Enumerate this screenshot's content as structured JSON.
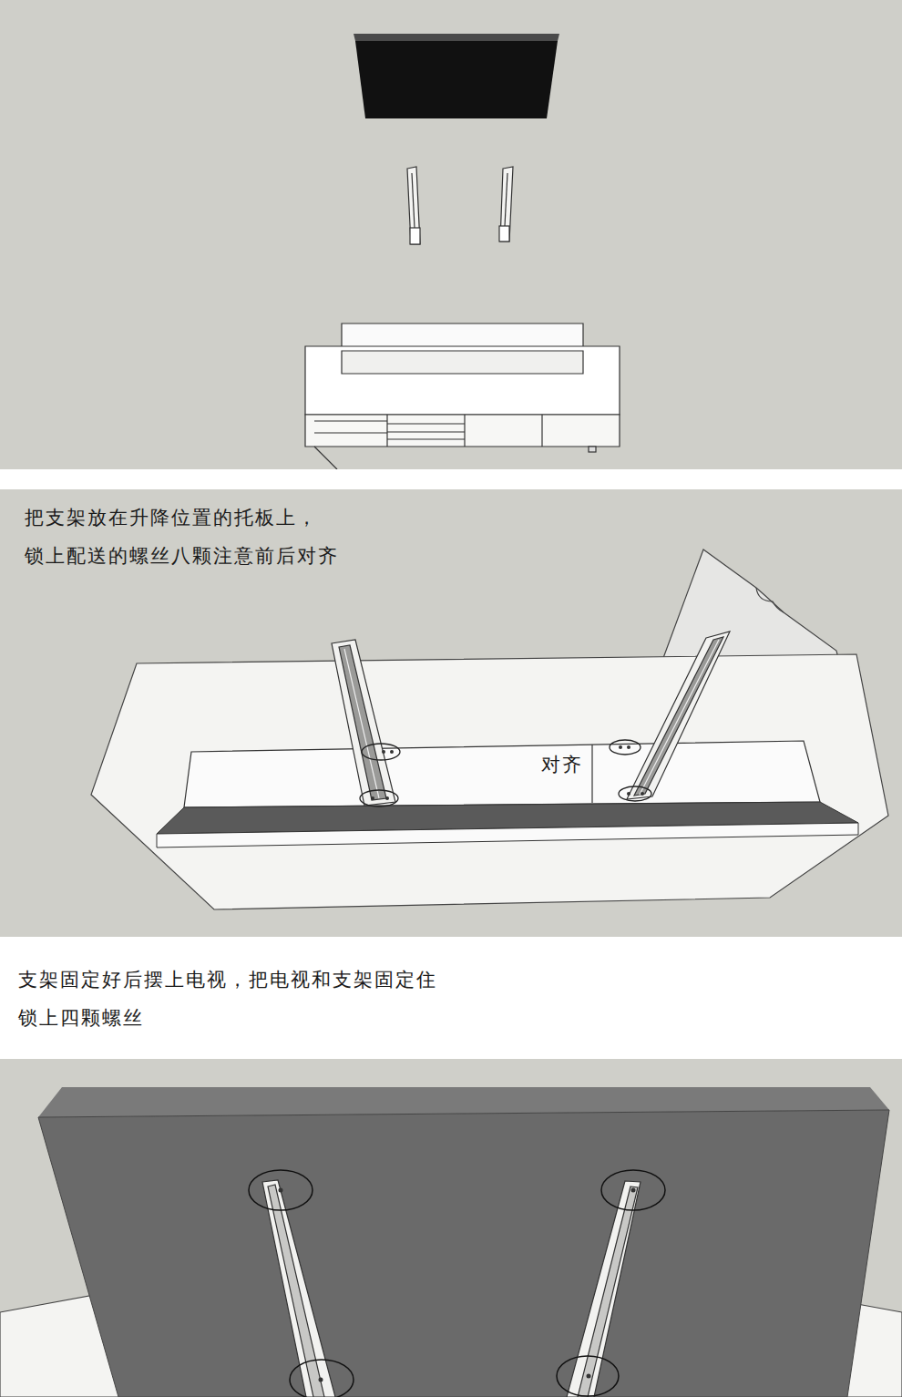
{
  "diagram": {
    "labels": [
      "把支架放在升降位置的托板上， 锁上配送的螺丝八颗注意前后对齐",
      "对齐",
      "支架固定好后摆上电视，把电视和支架固定住 锁上四颗螺丝"
    ]
  }
}
